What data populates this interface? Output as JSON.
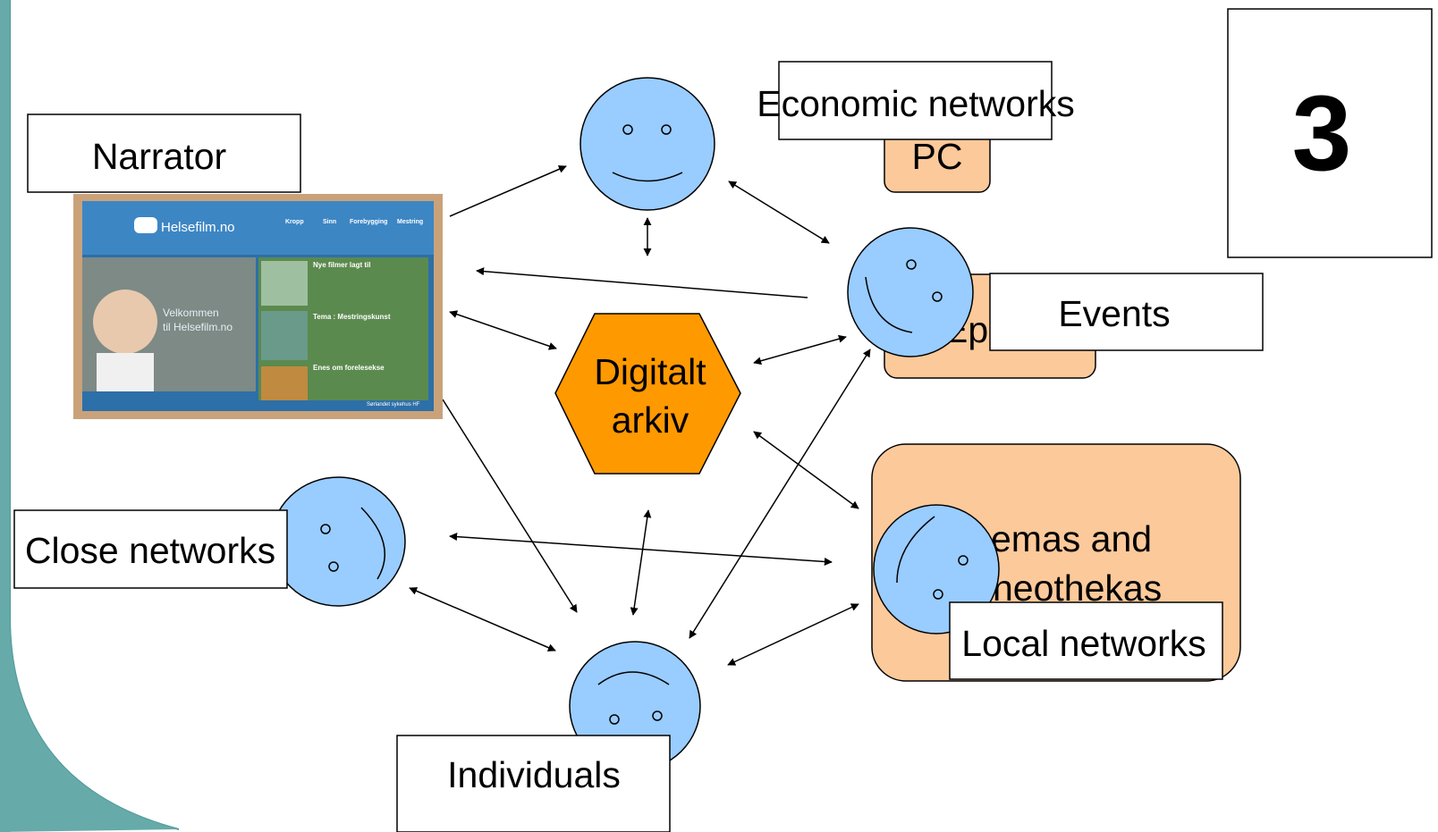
{
  "slide_number": "3",
  "labels": {
    "narrator": "Narrator",
    "economic_networks": "Economic networks",
    "pc": "PC",
    "events": "Events",
    "events_underlying": "Ep",
    "digitalt_arkiv_line1": "Digitalt",
    "digitalt_arkiv_line2": "arkiv",
    "close_networks": "Close networks",
    "cinemas_line1": "emas and",
    "cinemas_line2": "neothekas",
    "local_networks": "Local networks",
    "individuals": "Individuals"
  },
  "website_thumbnail": {
    "logo": "Helsefilm.no",
    "nav": [
      "Kropp",
      "Sinn",
      "Forebygging",
      "Mestring"
    ],
    "welcome_line1": "Velkommen",
    "welcome_line2": "til Helsefilm.no",
    "news_heading": "Nye filmer lagt til",
    "theme_heading": "Tema : Mestringskunst",
    "lecture_heading": "Enes om forelesekse",
    "footer": "Sørlandet sykehus HF"
  },
  "colors": {
    "teal_border": "#4d9999",
    "face": "#99ccff",
    "orange_box": "#fcc99a",
    "hexagon": "#ff9900"
  }
}
